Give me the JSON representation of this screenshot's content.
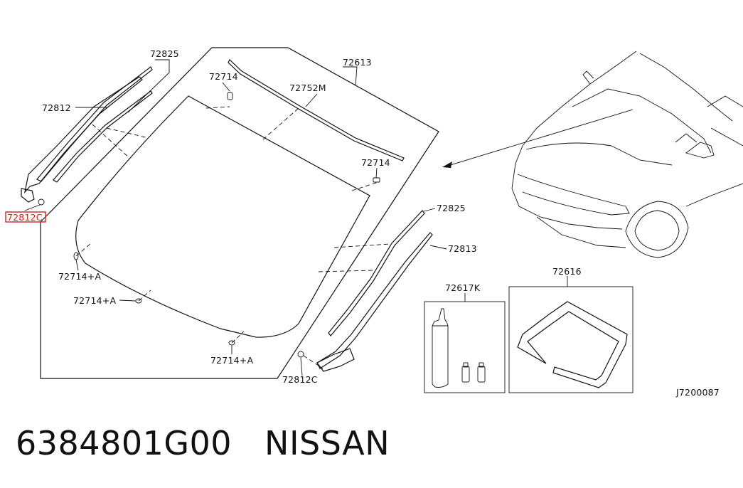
{
  "diagram": {
    "callouts": {
      "c72825_top": "72825",
      "c72812": "72812",
      "c72812C_left": "72812C",
      "c72714_top": "72714",
      "c72752M": "72752M",
      "c72613": "72613",
      "c72714_right": "72714",
      "c72825_right": "72825",
      "c72813": "72813",
      "c72714A_1": "72714+A",
      "c72714A_2": "72714+A",
      "c72714A_3": "72714+A",
      "c72812C_bottom": "72812C",
      "c72617K": "72617K",
      "c72616": "72616"
    },
    "diagram_code": "J7200087",
    "highlight_color": "#d92020"
  },
  "footer": {
    "part_number": "6384801G00",
    "brand": "NISSAN"
  }
}
